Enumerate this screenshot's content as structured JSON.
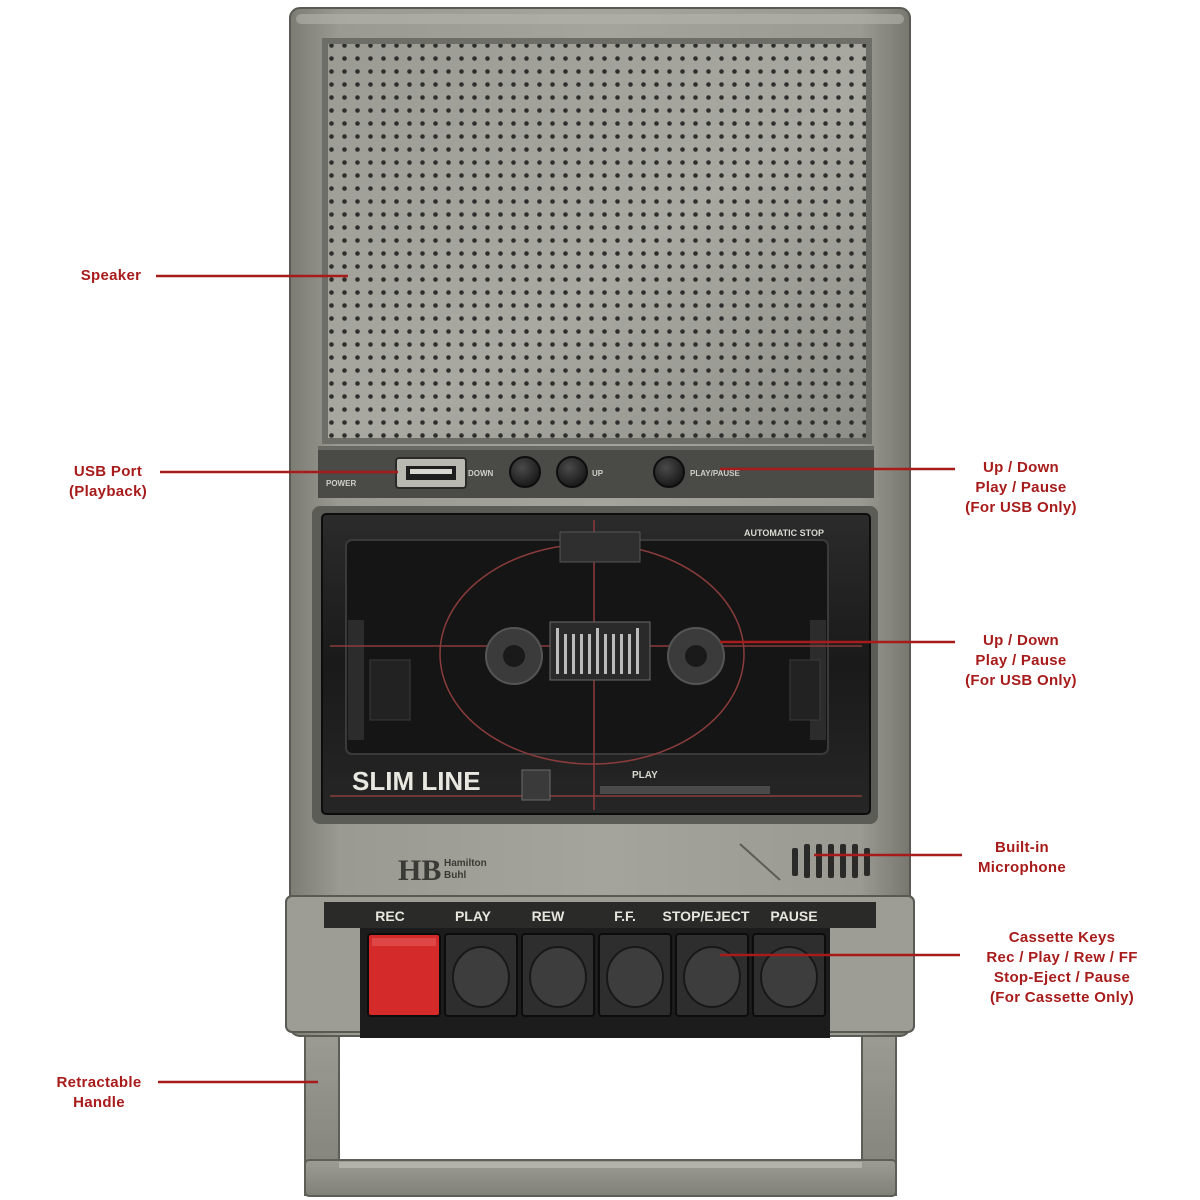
{
  "colors": {
    "callout_text": "#a81b1b",
    "leader_line": "#a81b1b",
    "body": "#8e8e86",
    "rec_key": "#d42a2a",
    "cassette_window": "#1b1b1b"
  },
  "device": {
    "panel_labels": {
      "power": "POWER",
      "down": "DOWN",
      "up": "UP",
      "play_pause": "PLAY/PAUSE"
    },
    "window_labels": {
      "automatic_stop": "AUTOMATIC STOP",
      "slim_line": "SLIM LINE",
      "play": "PLAY"
    },
    "brand": {
      "logo": "HB",
      "name_line1": "Hamilton",
      "name_line2": "Buhl"
    },
    "keys": [
      {
        "label": "REC",
        "name": "rec-key",
        "color": "#d42a2a"
      },
      {
        "label": "PLAY",
        "name": "play-key",
        "color": "#2e2e2e"
      },
      {
        "label": "REW",
        "name": "rew-key",
        "color": "#2e2e2e"
      },
      {
        "label": "F.F.",
        "name": "ff-key",
        "color": "#2e2e2e"
      },
      {
        "label": "STOP/EJECT",
        "name": "stop-eject-key",
        "color": "#2e2e2e"
      },
      {
        "label": "PAUSE",
        "name": "pause-key",
        "color": "#2e2e2e"
      }
    ]
  },
  "callouts": {
    "speaker": [
      "Speaker"
    ],
    "usb_port": [
      "USB Port",
      "(Playback)"
    ],
    "usb_controls_top": [
      "Up / Down",
      "Play / Pause",
      "(For USB Only)"
    ],
    "usb_controls_mid": [
      "Up / Down",
      "Play / Pause",
      "(For USB Only)"
    ],
    "microphone": [
      "Built-in",
      "Microphone"
    ],
    "cassette_keys": [
      "Cassette Keys",
      "Rec / Play / Rew / FF",
      "Stop-Eject / Pause",
      "(For Cassette Only)"
    ],
    "handle": [
      "Retractable",
      "Handle"
    ]
  }
}
